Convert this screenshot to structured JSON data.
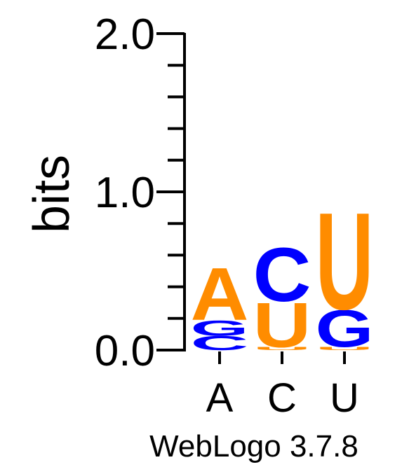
{
  "chart_data": {
    "type": "sequence-logo",
    "ylabel": "bits",
    "ylim": [
      0,
      2.0
    ],
    "y_ticks": [
      "0.0",
      "1.0",
      "2.0"
    ],
    "categories": [
      "A",
      "C",
      "U"
    ],
    "footer": "WebLogo 3.7.8",
    "stacks": [
      {
        "position": "A",
        "letters": [
          {
            "letter": "C",
            "bits": 0.09
          },
          {
            "letter": "G",
            "bits": 0.1
          },
          {
            "letter": "A",
            "bits": 0.34
          }
        ]
      },
      {
        "position": "C",
        "letters": [
          {
            "letter": "U",
            "bits": 0.02
          },
          {
            "letter": "U",
            "bits": 0.29
          },
          {
            "letter": "C",
            "bits": 0.35
          }
        ]
      },
      {
        "position": "U",
        "letters": [
          {
            "letter": "U",
            "bits": 0.02
          },
          {
            "letter": "G",
            "bits": 0.24
          },
          {
            "letter": "U",
            "bits": 0.63
          }
        ]
      }
    ],
    "letter_colors": {
      "A": "#ff8c00",
      "U": "#ff8c00",
      "C": "#0000ff",
      "G": "#0000ff"
    }
  }
}
